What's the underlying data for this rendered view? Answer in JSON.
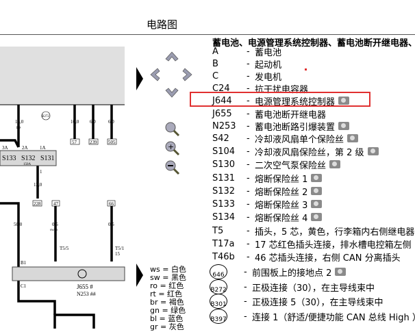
{
  "title": "电路图",
  "list_heading": "蓄电池、电源管理系统控制器、蓄电池断开继电器、",
  "highlight_color": "#e03030",
  "items": [
    {
      "code": "A",
      "desc": "蓄电池",
      "cam": false
    },
    {
      "code": "B",
      "desc": "起动机",
      "cam": false
    },
    {
      "code": "C",
      "desc": "发电机",
      "cam": false
    },
    {
      "code": "C24",
      "desc": "抗干扰电容器",
      "cam": false
    },
    {
      "code": "J644",
      "desc": "电源管理系统控制器",
      "cam": true
    },
    {
      "code": "J655",
      "desc": "蓄电池断开继电器",
      "cam": false
    },
    {
      "code": "N253",
      "desc": "蓄电池断路引爆装置",
      "cam": true
    },
    {
      "code": "S42",
      "desc": "冷却液风扇单个保险丝",
      "cam": true
    },
    {
      "code": "S104",
      "desc": "冷却液风扇保险丝，第 2 级",
      "cam": true
    },
    {
      "code": "S130",
      "desc": "二次空气泵保险丝",
      "cam": true
    },
    {
      "code": "S131",
      "desc": "熔断保险丝 1",
      "cam": true
    },
    {
      "code": "S132",
      "desc": "熔断保险丝 2",
      "cam": true
    },
    {
      "code": "S133",
      "desc": "熔断保险丝 3",
      "cam": true
    },
    {
      "code": "S134",
      "desc": "熔断保险丝 4",
      "cam": true
    },
    {
      "code": "T5",
      "desc": "插头，5 芯，黄色，行李箱内右侧继电器",
      "cam": false
    },
    {
      "code": "T17a",
      "desc": "17 芯红色插头连接，排水槽电控箱左侧",
      "cam": false
    },
    {
      "code": "T46b",
      "desc": "46 芯插头连接，右侧 CAN 分离插头",
      "cam": false
    },
    {
      "code": "646",
      "desc": "前围板上的接地点 2",
      "cam": true,
      "circle": true
    },
    {
      "code": "B272",
      "desc": "正极连接（30），在主导线束中",
      "cam": false,
      "circle": true
    },
    {
      "code": "B301",
      "desc": "正极连接 5（30），在主导线束中",
      "cam": false,
      "circle": true
    },
    {
      "code": "B397",
      "desc": "连接 1（舒适/便捷功能 CAN 总线 High ）",
      "cam": false,
      "circle": true
    }
  ],
  "color_legend": [
    "ws = 白色",
    "sw = 黑色",
    "ro = 红色",
    "rt = 红色",
    "br = 褐色",
    "gn = 绿色",
    "bl = 蓝色",
    "gr = 灰色"
  ],
  "diagram": {
    "wire_16": "16,0",
    "wire_ro": "ro",
    "wire_10": "10,0",
    "wire_6a": "6,0",
    "wire_6b": "6,0",
    "ref_57": "57",
    "ref_239": "239",
    "ref_505": "505",
    "b272": "B272",
    "p3a": "3A",
    "p2a": "2A",
    "p1a": "1A",
    "s133": "S133",
    "s132": "S132",
    "s132a": "150A",
    "s131": "S131",
    "p1": "1",
    "wire_12": "12,0",
    "ref_228": "228",
    "ref_47": "47",
    "ref_66": "66",
    "wire_50": "50,0",
    "sw": "sw",
    "wire_05": "0,5",
    "swro": "sw/ro",
    "hash": "#",
    "t5_5": "T5/5",
    "t5_1": "T5/1",
    "n15": "15",
    "b1": "B1",
    "c1": "C1",
    "j655": "J655 #",
    "n253": "N253 ##"
  }
}
